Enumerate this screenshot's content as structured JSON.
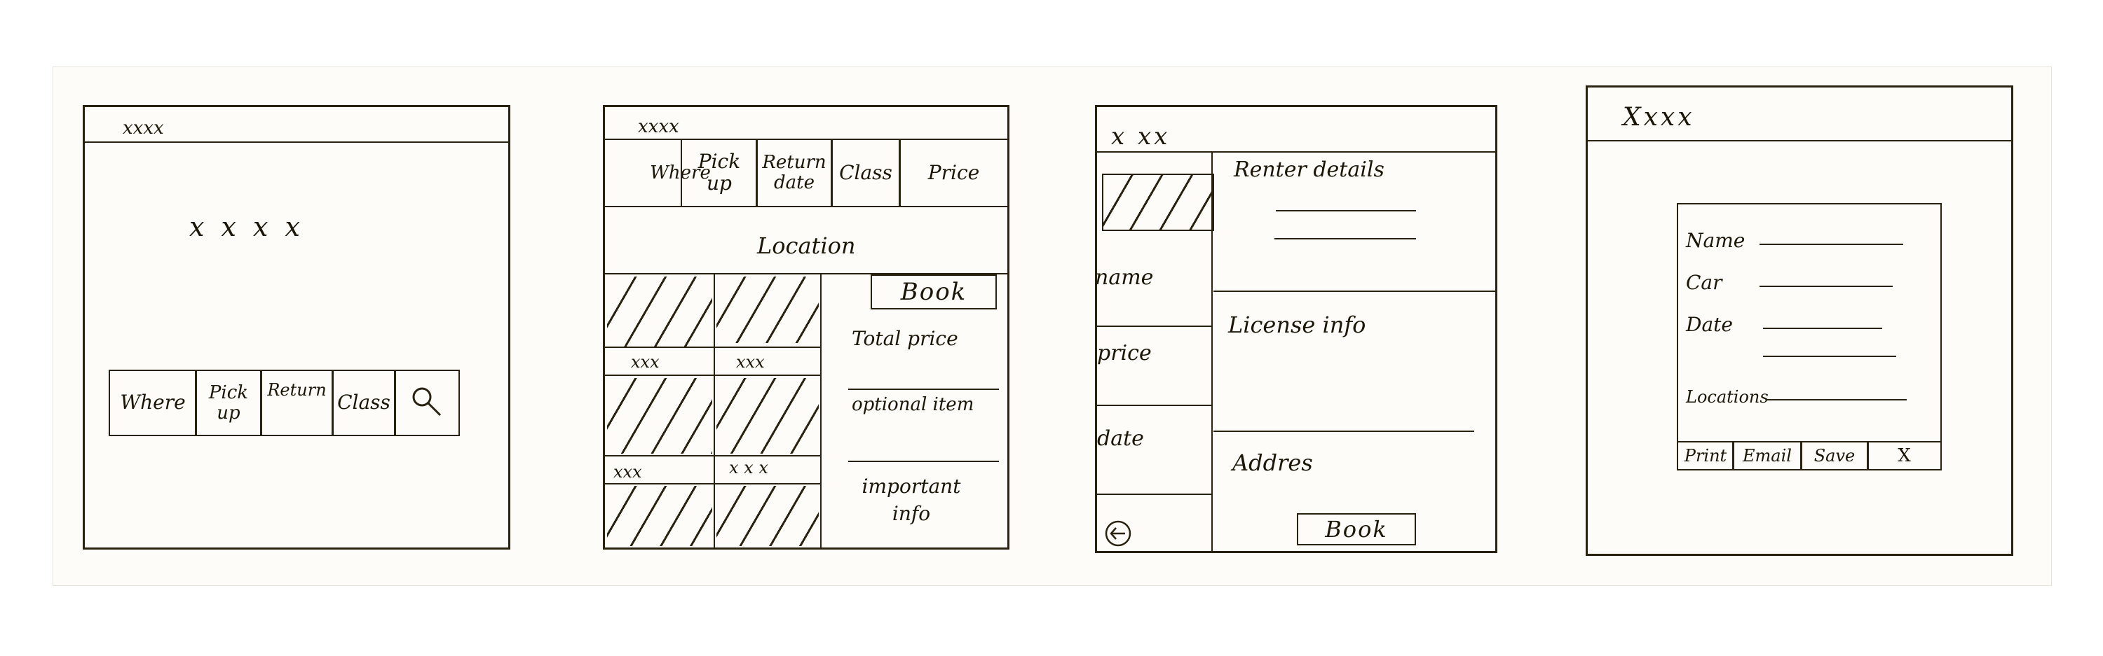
{
  "screen1": {
    "title": "xxxx",
    "hero": "x x x x",
    "search_bar": {
      "where": "Where",
      "pickup": "Pick up",
      "return": "Return",
      "class": "Class"
    }
  },
  "screen2": {
    "title": "xxxx",
    "columns": [
      "Where",
      "Pick up",
      "Return date",
      "Class",
      "Price"
    ],
    "location": "Location",
    "results": [
      "xxx",
      "xxx",
      "xxx",
      "x x x"
    ],
    "side": {
      "book": "Book",
      "total_price": "Total price",
      "optional_item": "optional item",
      "important_info": "important info"
    }
  },
  "screen3": {
    "title": "x xx",
    "fields": {
      "name": "name",
      "price": "price",
      "date": "date"
    },
    "renter_details": "Renter details",
    "license_info": "License info",
    "address": "Addres",
    "book": "Book"
  },
  "screen4": {
    "title": "Xxxx",
    "fields": {
      "name": "Name",
      "car": "Car",
      "date": "Date",
      "location": "Locations"
    },
    "actions": {
      "print": "Print",
      "email": "Email",
      "save": "Save",
      "close": "X"
    }
  }
}
